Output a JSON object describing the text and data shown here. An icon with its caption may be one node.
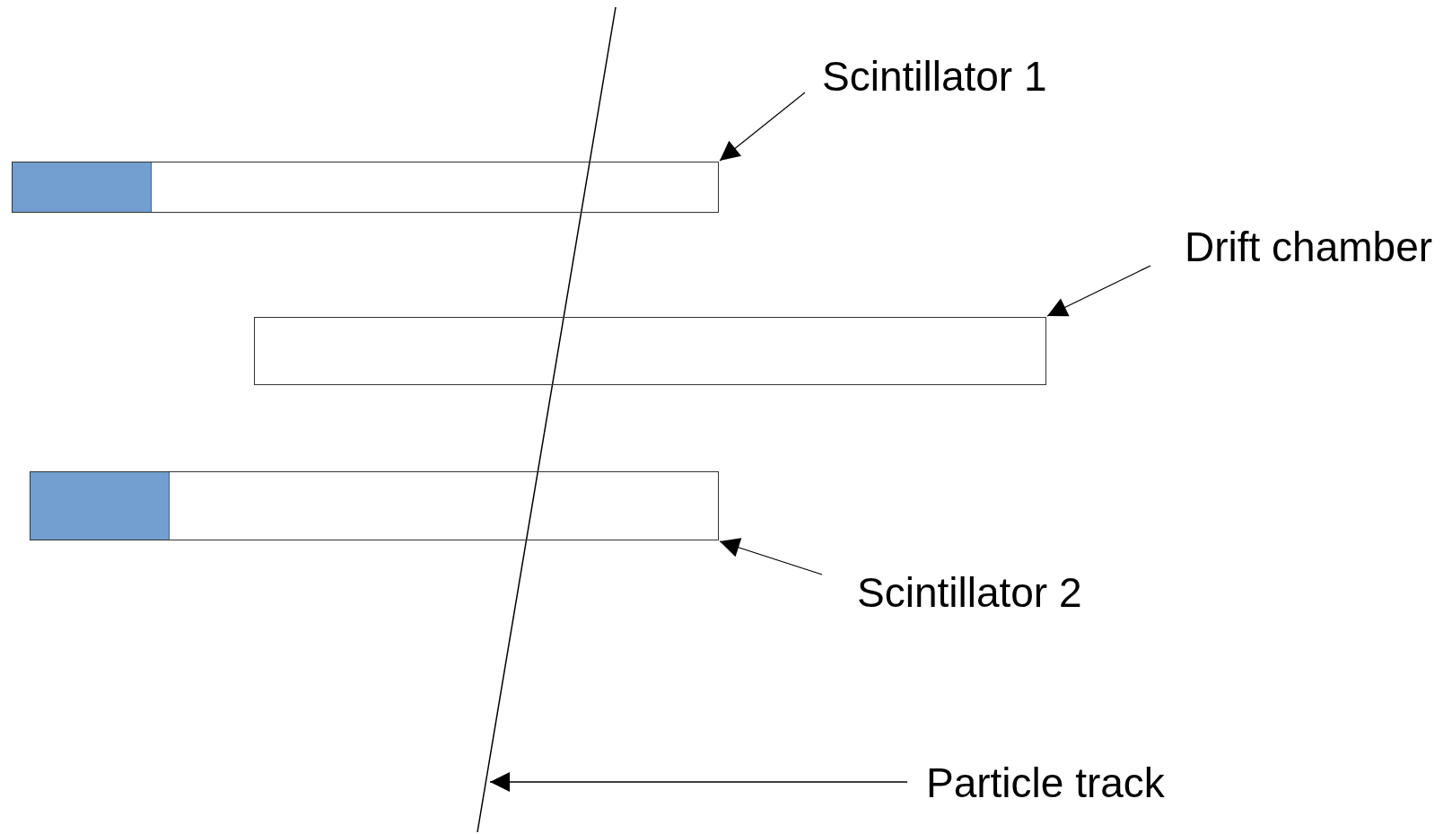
{
  "diagram": {
    "nodes": [
      {
        "text": [
          "Scintillator 1"
        ]
      },
      {
        "text": [],
        "shape": "box"
      },
      {
        "text": [
          "Drift chamber"
        ]
      },
      {
        "text": [],
        "shape": "box"
      },
      {
        "text": [
          "Scintillator 2"
        ]
      },
      {
        "text": [],
        "shape": "box"
      },
      {
        "text": [
          "Particle track"
        ]
      },
      {
        "text": [],
        "shape": "line"
      }
    ],
    "edges": [
      {
        "from": 0,
        "to": 1,
        "arrow": "to"
      },
      {
        "from": 2,
        "to": 3,
        "arrow": "to"
      },
      {
        "from": 4,
        "to": 5,
        "arrow": "to"
      },
      {
        "from": 6,
        "to": 7,
        "arrow": "to"
      }
    ]
  }
}
